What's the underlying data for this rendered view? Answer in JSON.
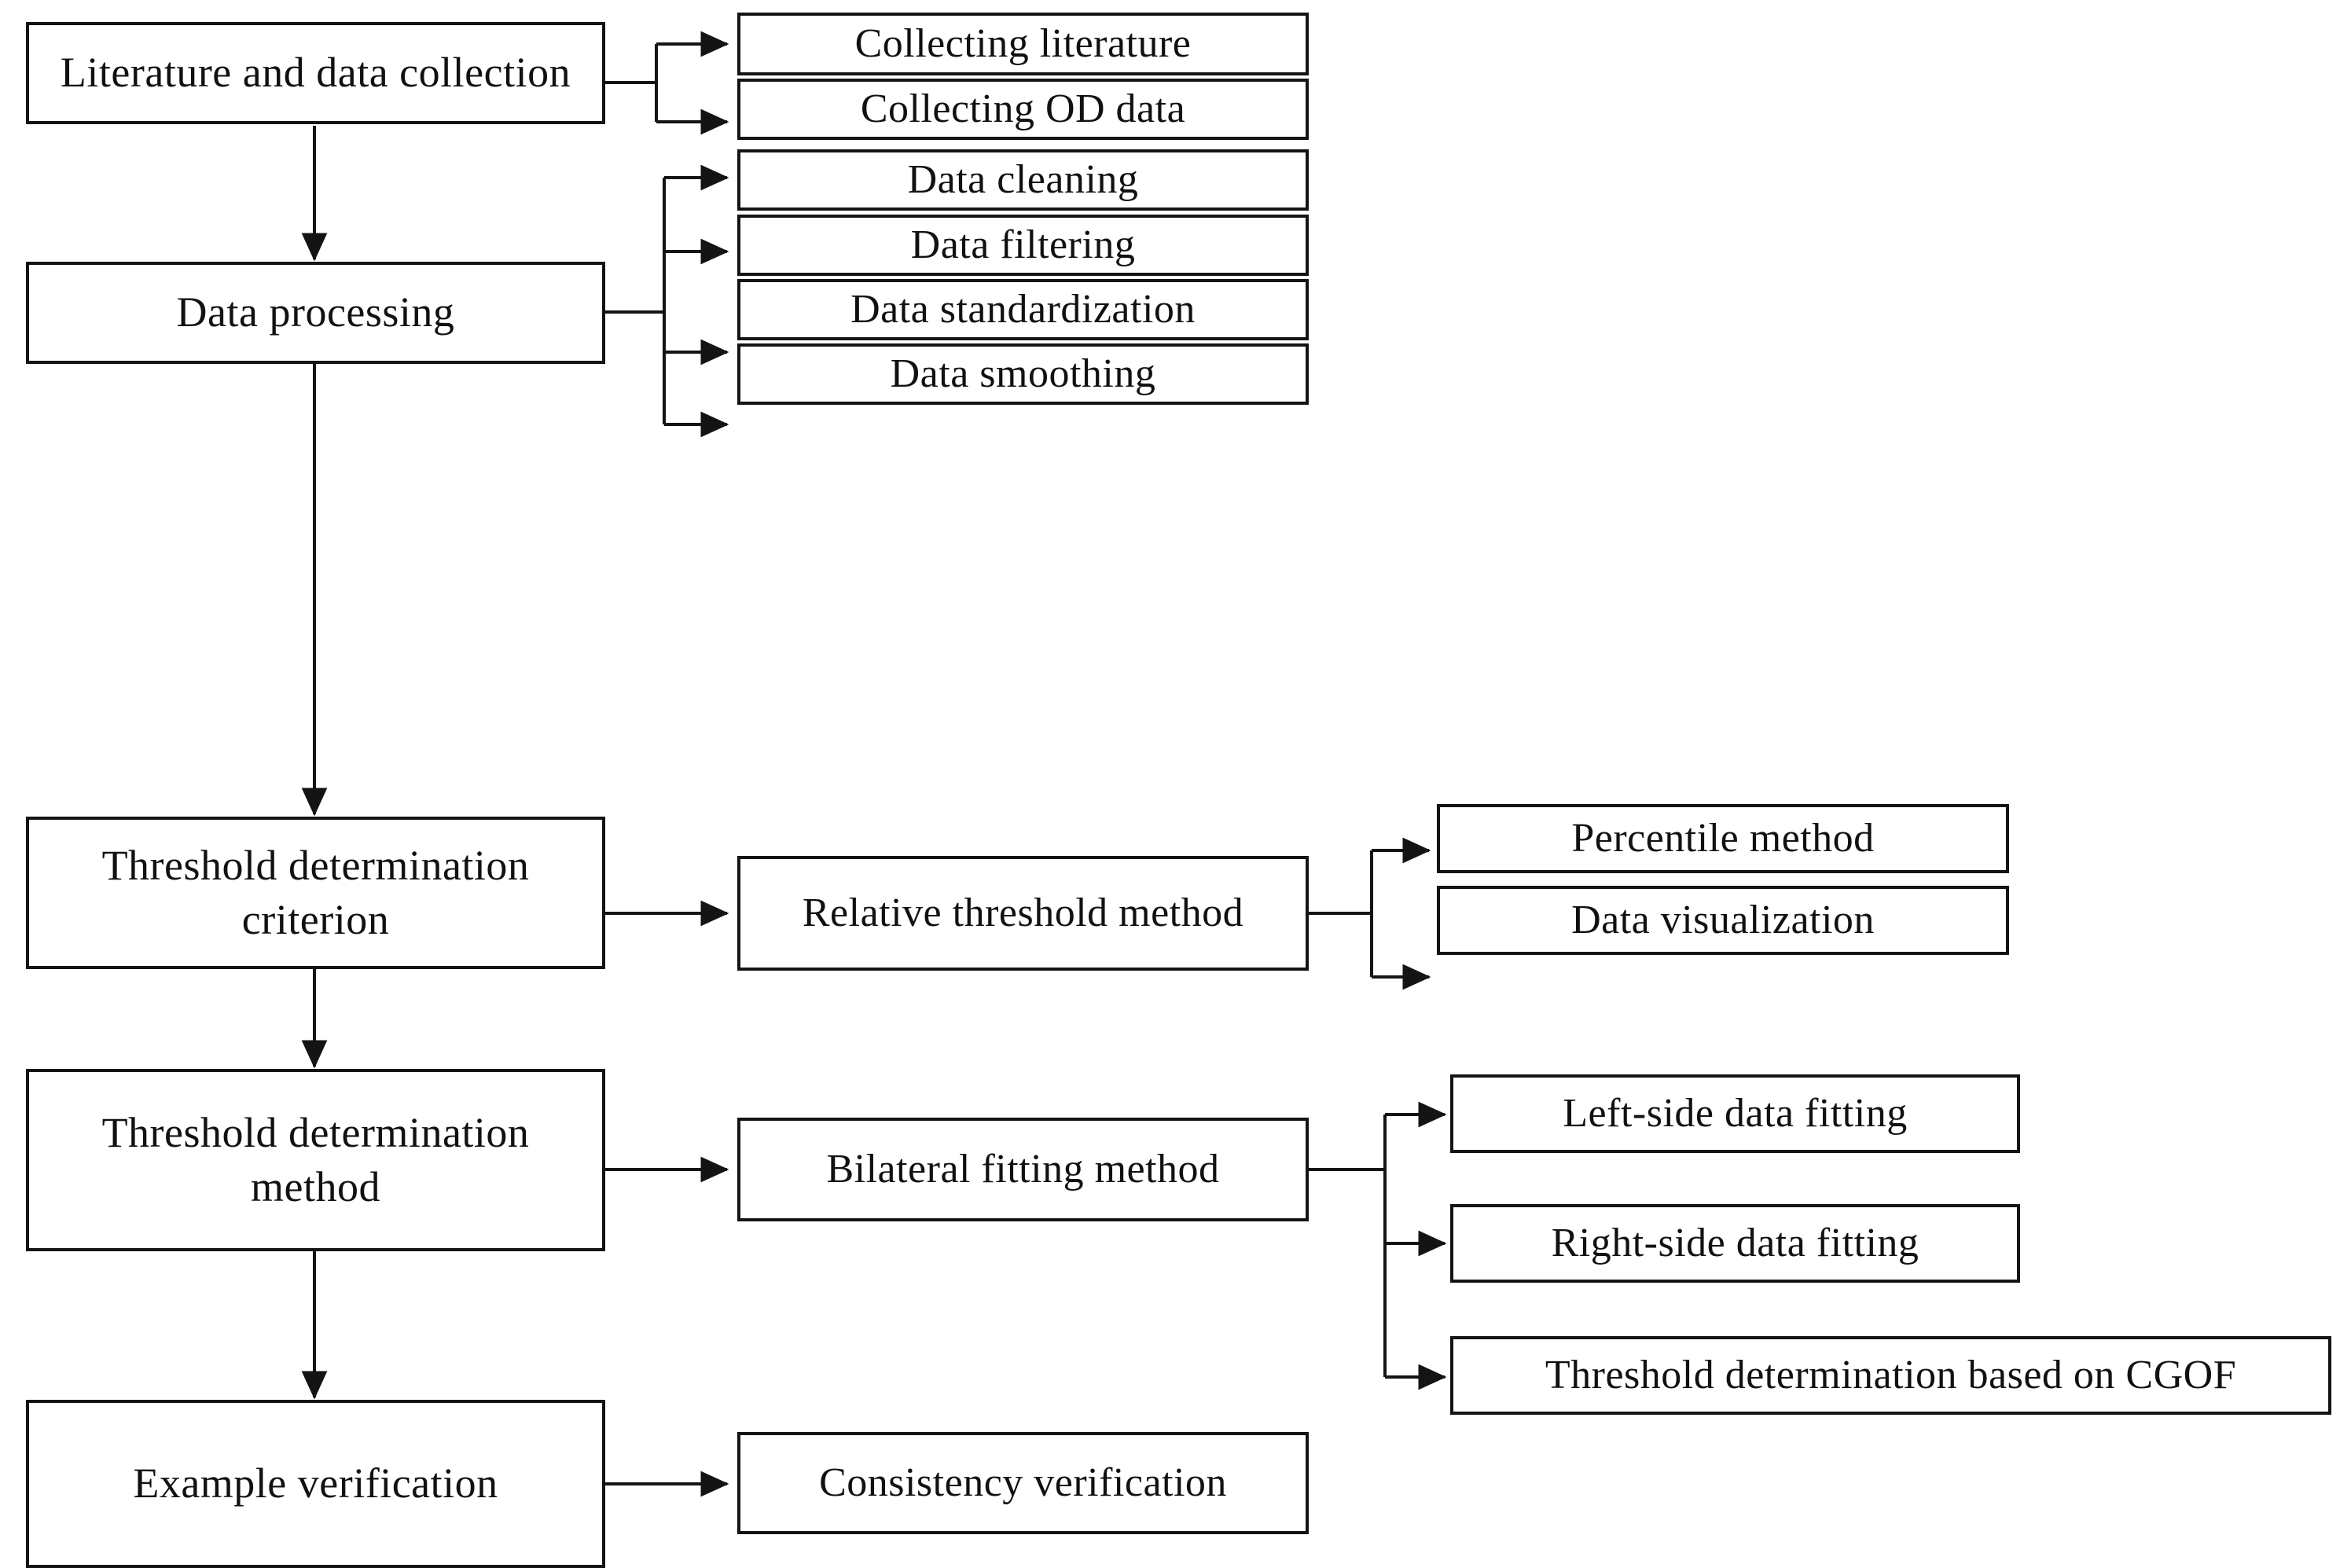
{
  "diagram": {
    "type": "flowchart",
    "title": "",
    "orientation": "left-to-right with vertical main spine",
    "line_color": "#141414",
    "box_fill": "#ffffff",
    "text_color": "#111111",
    "stages": [
      {
        "id": "stage-1",
        "main": "Literature and data collection",
        "children": [
          "Collecting literature",
          "Collecting OD data"
        ],
        "grandchildren": []
      },
      {
        "id": "stage-2",
        "main": "Data processing",
        "children": [
          "Data cleaning",
          "Data filtering",
          "Data standardization",
          "Data smoothing"
        ],
        "grandchildren": []
      },
      {
        "id": "stage-3",
        "main": "Threshold determination criterion",
        "children": [
          "Relative threshold method"
        ],
        "grandchildren": [
          "Percentile method",
          "Data visualization"
        ]
      },
      {
        "id": "stage-4",
        "main": "Threshold determination method",
        "children": [
          "Bilateral fitting method"
        ],
        "grandchildren": [
          "Left-side data fitting",
          "Right-side data fitting",
          "Threshold determination based on CGOF"
        ]
      },
      {
        "id": "stage-5",
        "main": "Example verification",
        "children": [
          "Consistency verification"
        ],
        "grandchildren": []
      }
    ],
    "nodes": {
      "literature_and_data_collection": "Literature and data collection",
      "collecting_literature": "Collecting literature",
      "collecting_od_data": "Collecting OD data",
      "data_processing": "Data processing",
      "data_cleaning": "Data cleaning",
      "data_filtering": "Data filtering",
      "data_standardization": "Data standardization",
      "data_smoothing": "Data smoothing",
      "threshold_determination_criterion": "Threshold determination criterion",
      "relative_threshold_method": "Relative threshold method",
      "percentile_method": "Percentile method",
      "data_visualization": "Data visualization",
      "threshold_determination_method": "Threshold determination method",
      "bilateral_fitting_method": "Bilateral fitting method",
      "left_side_data_fitting": "Left-side data fitting",
      "right_side_data_fitting": "Right-side data fitting",
      "threshold_determination_cgof": "Threshold determination based on CGOF",
      "example_verification": "Example verification",
      "consistency_verification": "Consistency verification"
    },
    "edges": [
      {
        "from": "literature_and_data_collection",
        "to": "collecting_literature"
      },
      {
        "from": "literature_and_data_collection",
        "to": "collecting_od_data"
      },
      {
        "from": "literature_and_data_collection",
        "to": "data_processing"
      },
      {
        "from": "data_processing",
        "to": "data_cleaning"
      },
      {
        "from": "data_processing",
        "to": "data_filtering"
      },
      {
        "from": "data_processing",
        "to": "data_standardization"
      },
      {
        "from": "data_processing",
        "to": "data_smoothing"
      },
      {
        "from": "data_processing",
        "to": "threshold_determination_criterion"
      },
      {
        "from": "threshold_determination_criterion",
        "to": "relative_threshold_method"
      },
      {
        "from": "relative_threshold_method",
        "to": "percentile_method"
      },
      {
        "from": "relative_threshold_method",
        "to": "data_visualization"
      },
      {
        "from": "threshold_determination_criterion",
        "to": "threshold_determination_method"
      },
      {
        "from": "threshold_determination_method",
        "to": "bilateral_fitting_method"
      },
      {
        "from": "bilateral_fitting_method",
        "to": "left_side_data_fitting"
      },
      {
        "from": "bilateral_fitting_method",
        "to": "right_side_data_fitting"
      },
      {
        "from": "bilateral_fitting_method",
        "to": "threshold_determination_cgof"
      },
      {
        "from": "threshold_determination_method",
        "to": "example_verification"
      },
      {
        "from": "example_verification",
        "to": "consistency_verification"
      }
    ]
  }
}
